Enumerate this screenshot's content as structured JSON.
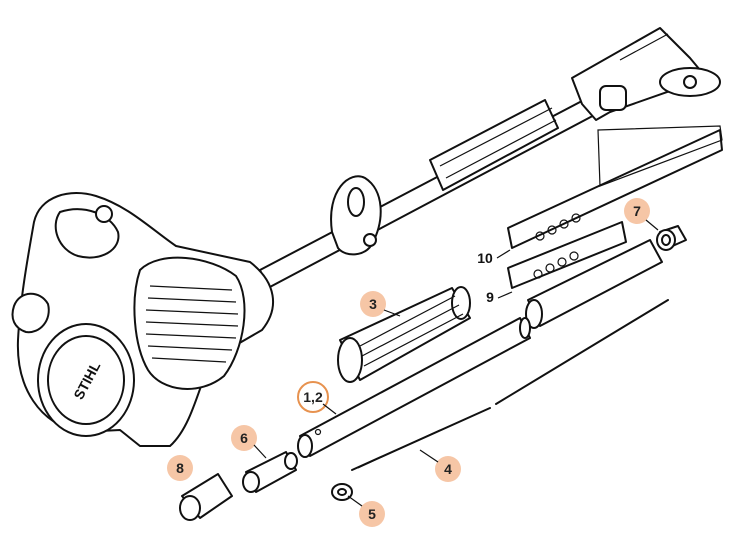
{
  "brand_text": "STIHL",
  "callouts": [
    {
      "id": "c12",
      "label": "1,2",
      "style": "ring"
    },
    {
      "id": "c3",
      "label": "3",
      "style": "bubble"
    },
    {
      "id": "c4",
      "label": "4",
      "style": "bubble"
    },
    {
      "id": "c5",
      "label": "5",
      "style": "bubble"
    },
    {
      "id": "c6",
      "label": "6",
      "style": "bubble"
    },
    {
      "id": "c7",
      "label": "7",
      "style": "bubble"
    },
    {
      "id": "c8",
      "label": "8",
      "style": "bubble"
    },
    {
      "id": "c9",
      "label": "9",
      "style": "plain"
    },
    {
      "id": "c10",
      "label": "10",
      "style": "plain"
    }
  ],
  "colors": {
    "bubble": "#f6c6a6",
    "ring": "#e7924f",
    "ink": "#111111"
  }
}
